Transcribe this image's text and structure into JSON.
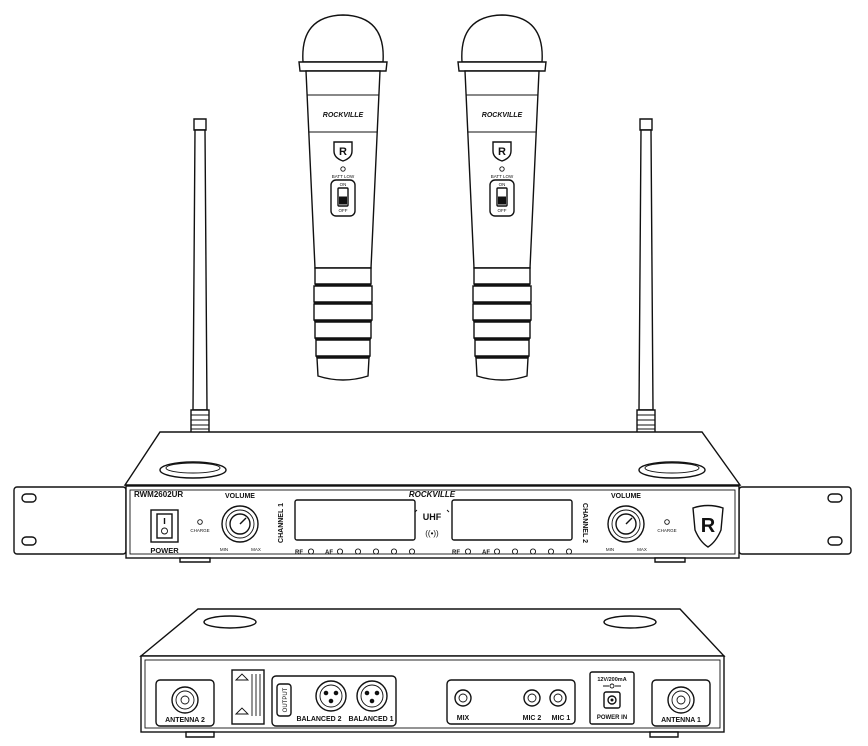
{
  "brand": {
    "name": "ROCKVILLE",
    "logo_letter": "R",
    "model": "RWM2602UR"
  },
  "microphones": [
    {
      "brand_text": "ROCKVILLE",
      "batt_label": "BATT LOW",
      "on_label": "ON",
      "off_label": "OFF"
    },
    {
      "brand_text": "ROCKVILLE",
      "batt_label": "BATT LOW",
      "on_label": "ON",
      "off_label": "OFF"
    }
  ],
  "receiver_front": {
    "power_label": "POWER",
    "band_label": "UHF",
    "wireless_symbol": "((•))",
    "channels": [
      {
        "name": "CHANNEL 1",
        "volume_label": "VOLUME",
        "min_label": "MIN",
        "max_label": "MAX",
        "charge_label": "CHARGE",
        "rf_label": "RF",
        "af_label": "AF",
        "af_led_count": 5
      },
      {
        "name": "CHANNEL 2",
        "volume_label": "VOLUME",
        "min_label": "MIN",
        "max_label": "MAX",
        "charge_label": "CHARGE",
        "rf_label": "RF",
        "af_label": "AF",
        "af_led_count": 5
      }
    ]
  },
  "receiver_back": {
    "antenna_left": "ANTENNA 2",
    "antenna_right": "ANTENNA 1",
    "output_label": "OUTPUT",
    "balanced_2": "BALANCED 2",
    "balanced_1": "BALANCED 1",
    "mix_label": "MIX",
    "mic2_label": "MIC 2",
    "mic1_label": "MIC 1",
    "power_spec": "12V/200mA",
    "power_in_label": "POWER IN"
  }
}
